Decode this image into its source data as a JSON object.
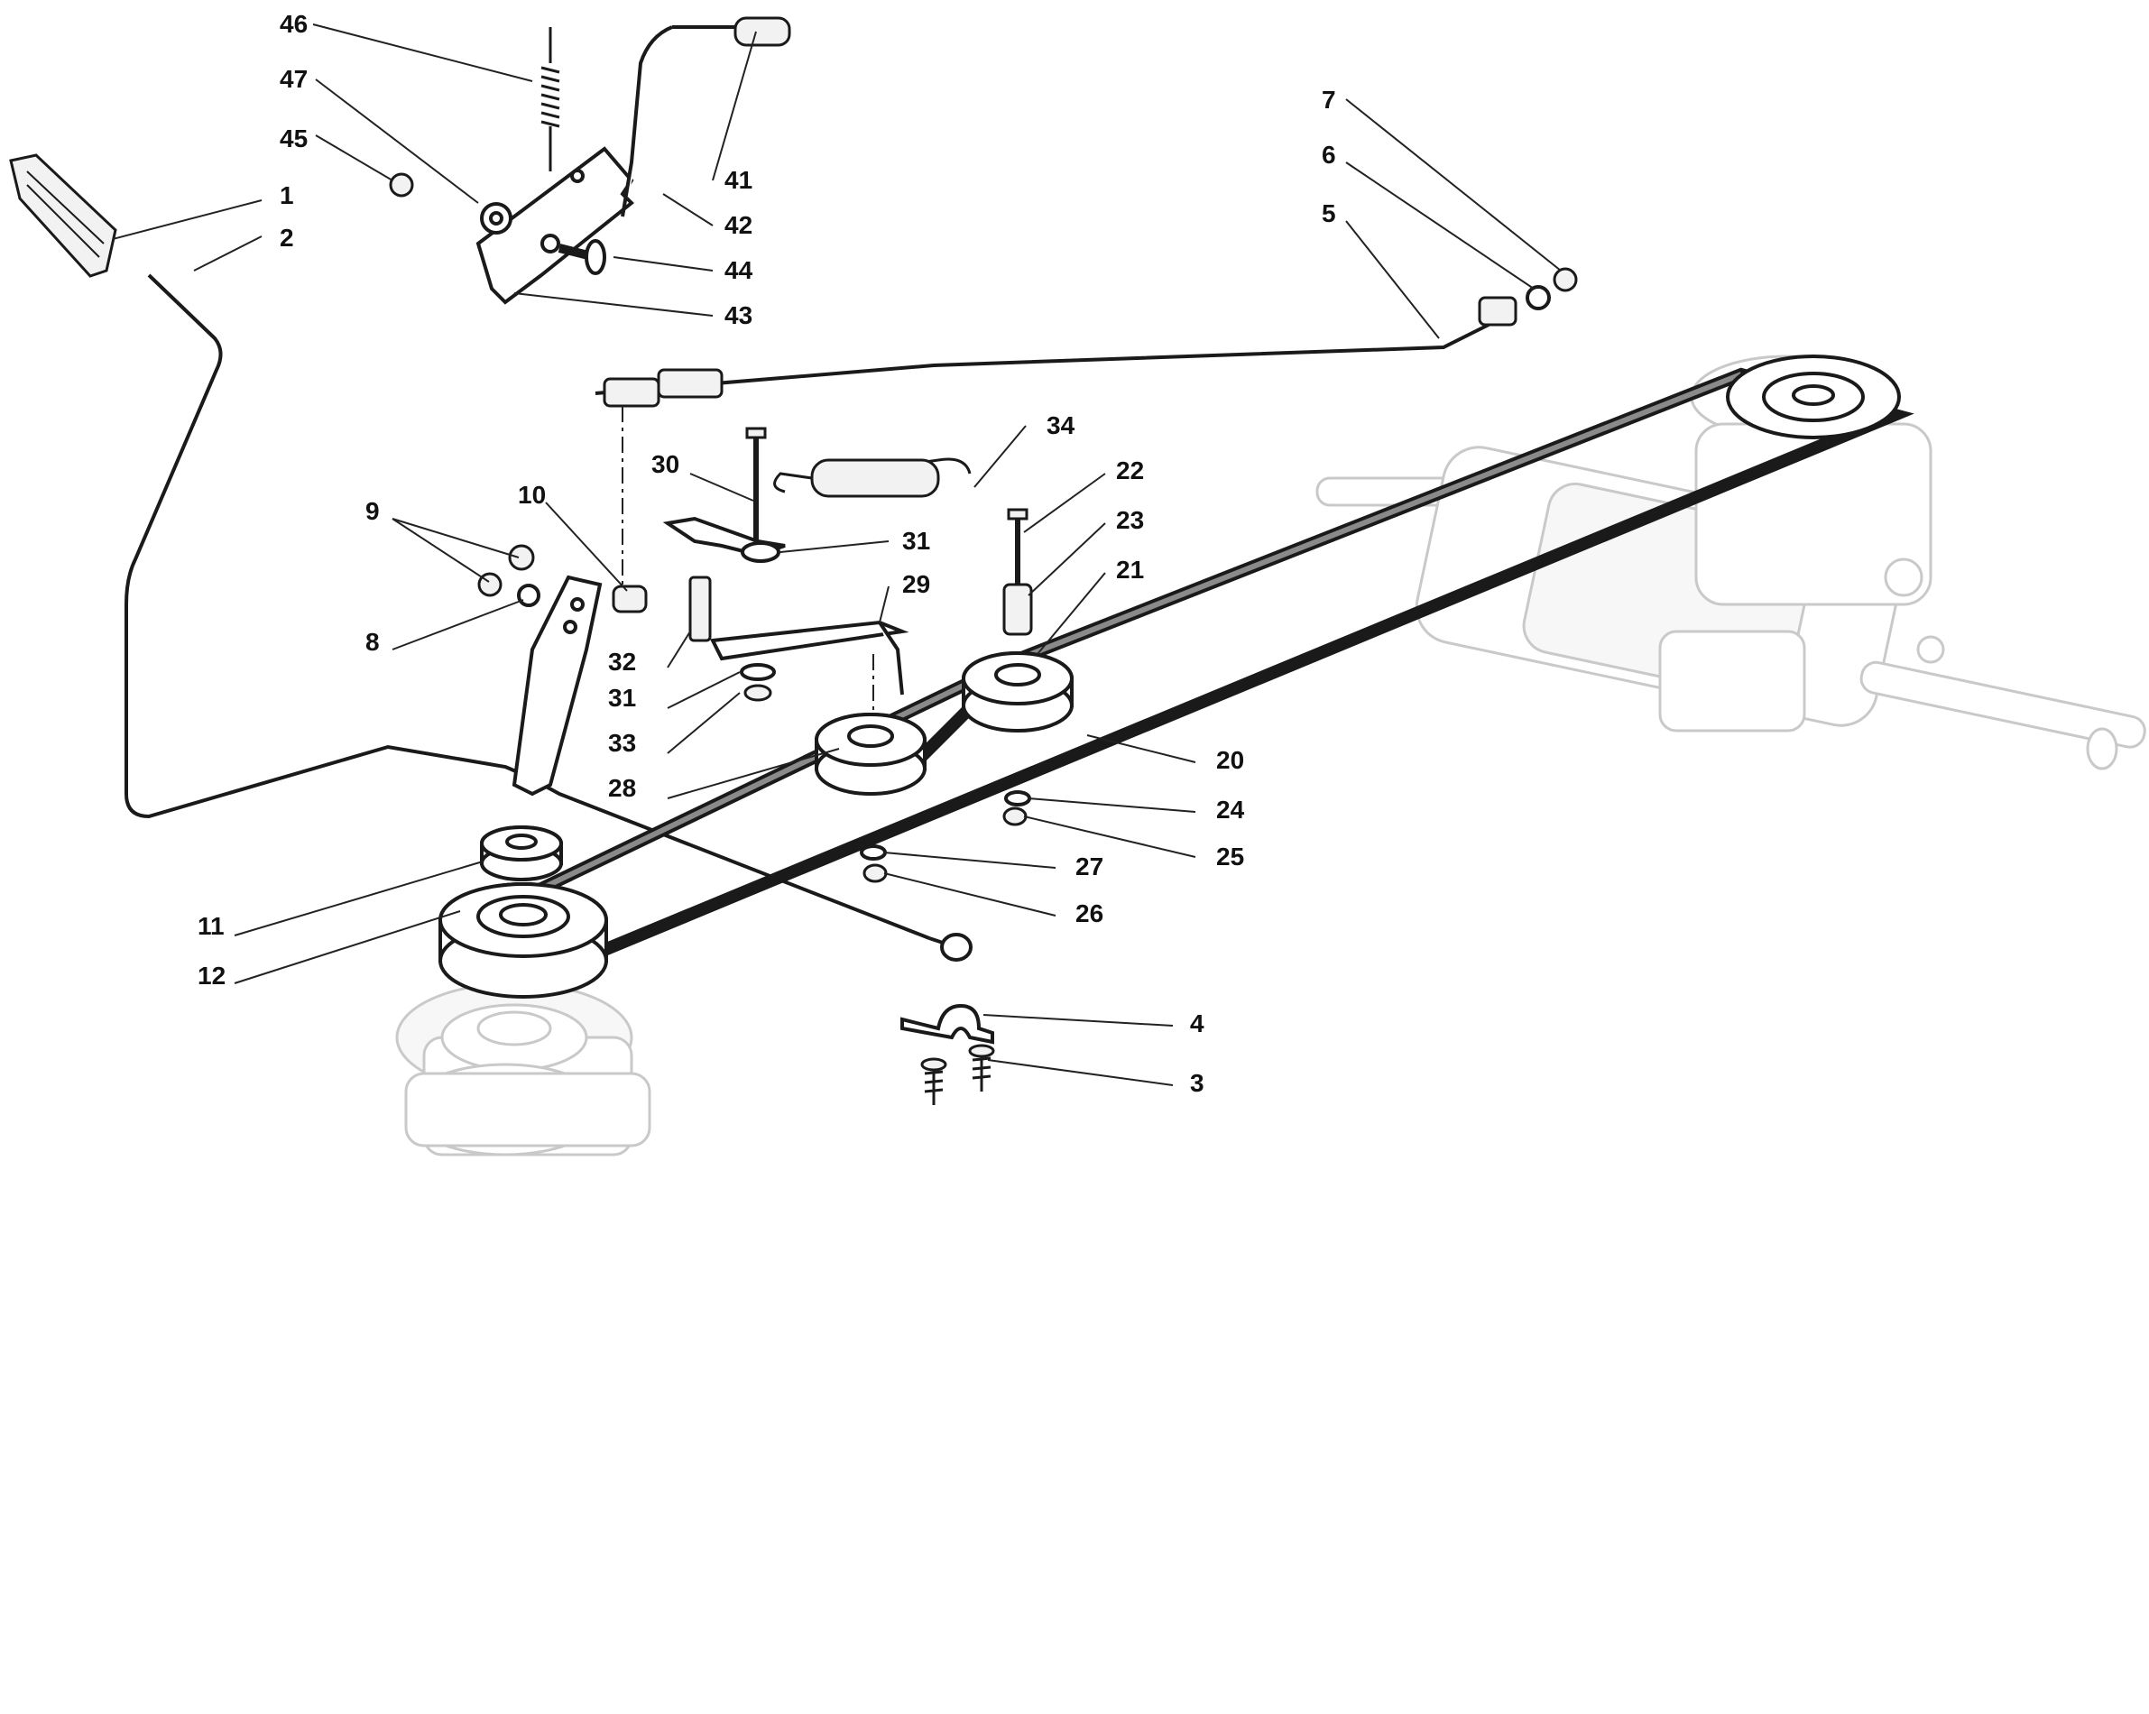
{
  "diagram": {
    "part_numbers": [
      "1",
      "2",
      "3",
      "4",
      "5",
      "6",
      "7",
      "8",
      "9",
      "10",
      "11",
      "12",
      "20",
      "21",
      "22",
      "23",
      "24",
      "25",
      "26",
      "27",
      "28",
      "29",
      "30",
      "31",
      "31",
      "32",
      "33",
      "34",
      "41",
      "42",
      "43",
      "44",
      "45",
      "46",
      "47"
    ]
  },
  "callouts": {
    "c46": "46",
    "c47": "47",
    "c45": "45",
    "c1": "1",
    "c2": "2",
    "c41": "41",
    "c42": "42",
    "c44": "44",
    "c43": "43",
    "c7": "7",
    "c6": "6",
    "c5": "5",
    "c30": "30",
    "c34": "34",
    "c22": "22",
    "c23": "23",
    "c21": "21",
    "c9": "9",
    "c10": "10",
    "c31a": "31",
    "c29": "29",
    "c8": "8",
    "c32": "32",
    "c31b": "31",
    "c33": "33",
    "c28": "28",
    "c20": "20",
    "c24": "24",
    "c25": "25",
    "c27": "27",
    "c26": "26",
    "c11": "11",
    "c12": "12",
    "c4": "4",
    "c3": "3"
  }
}
